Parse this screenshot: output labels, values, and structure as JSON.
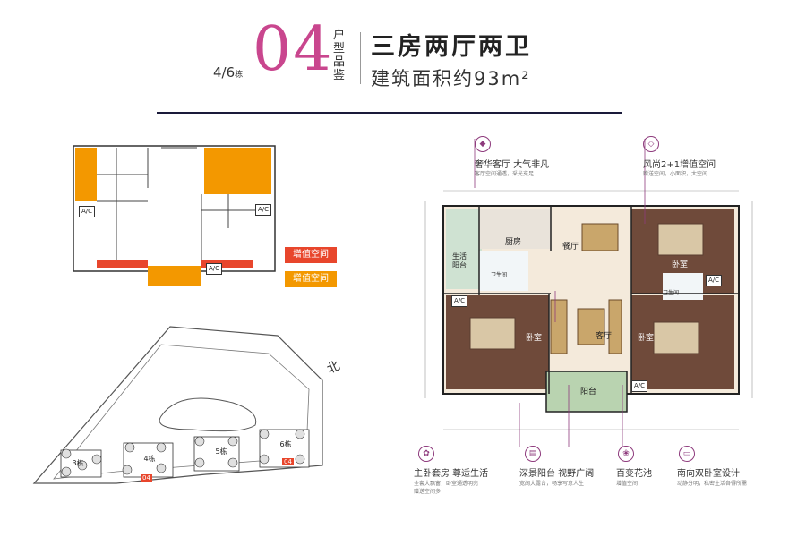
{
  "header": {
    "building": "4/6",
    "building_suffix": "栋",
    "unit_number": "04",
    "label": "户型品鉴",
    "title": "三房两厅两卫",
    "area_text": "建筑面积约93m²"
  },
  "legend": {
    "red_label": "增值空间",
    "orange_label": "增值空间"
  },
  "plan_mini": {
    "ac_labels": [
      "A/C",
      "A/C",
      "A/C"
    ]
  },
  "site": {
    "north_label": "北",
    "buildings": [
      {
        "label": "3栋"
      },
      {
        "label": "4栋"
      },
      {
        "label": "5栋"
      },
      {
        "label": "6栋"
      }
    ],
    "unit_tags": [
      "04",
      "04"
    ]
  },
  "floorplan": {
    "rooms": {
      "kitchen": "厨房",
      "dining": "餐厅",
      "living": "客厅",
      "bedroom_ne": "卧室",
      "bedroom_w": "卧室",
      "bedroom_e": "卧室",
      "balcony_life": "生活阳台",
      "balcony_main": "阳台",
      "bath1": "卫生间",
      "bath2": "卫生间"
    },
    "ac_labels": [
      "A/C",
      "A/C",
      "A/C"
    ]
  },
  "callouts": {
    "top_left": {
      "title": "奢华客厅 大气非凡",
      "sub": "客厅空间通透，采光充足"
    },
    "top_right": {
      "title": "风尚2+1增值空间",
      "sub": "赠送空间，小面积，大空间"
    },
    "bottom": [
      {
        "title": "主卧套房 尊适生活",
        "sub": "全套大飘窗，卧室通透明亮",
        "sub2": "赠送空间多"
      },
      {
        "title": "深景阳台 视野广阔",
        "sub": "宽阔大露台，畅享写意人生"
      },
      {
        "title": "百变花池",
        "sub": "增值空间"
      },
      {
        "title": "南向双卧室设计",
        "sub": "动静分明，私密生活各得所需"
      }
    ]
  },
  "colors": {
    "accent_magenta": "#c9468e",
    "accent_purple": "#8e3b7d",
    "orange": "#f39800",
    "red": "#e8462c",
    "navy": "#1a1a3a"
  }
}
